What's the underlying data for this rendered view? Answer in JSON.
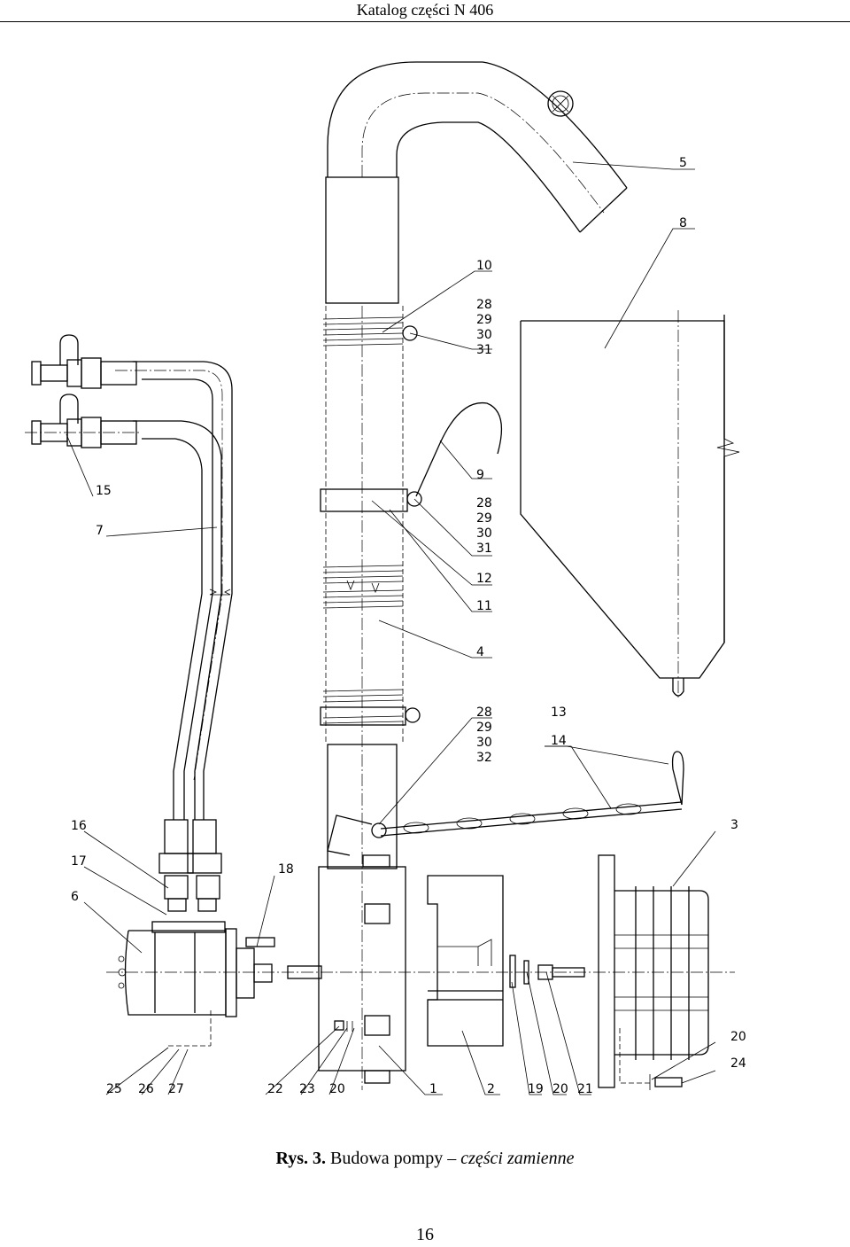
{
  "header": {
    "title": "Katalog części N 406"
  },
  "drawing": {
    "labels": [
      "5",
      "8",
      "10",
      "28",
      "29",
      "30",
      "31",
      "15",
      "9",
      "28",
      "29",
      "30",
      "31",
      "7",
      "12",
      "11",
      "4",
      "28",
      "29",
      "30",
      "32",
      "13",
      "14",
      "16",
      "3",
      "17",
      "18",
      "6",
      "20",
      "24",
      "25",
      "26",
      "27",
      "22",
      "23",
      "20",
      "1",
      "2",
      "19",
      "20",
      "21"
    ]
  },
  "caption": {
    "figure": "Rys. 3.",
    "text": "Budowa pompy –",
    "emphasis": "części zamienne"
  },
  "page": {
    "number": "16"
  }
}
